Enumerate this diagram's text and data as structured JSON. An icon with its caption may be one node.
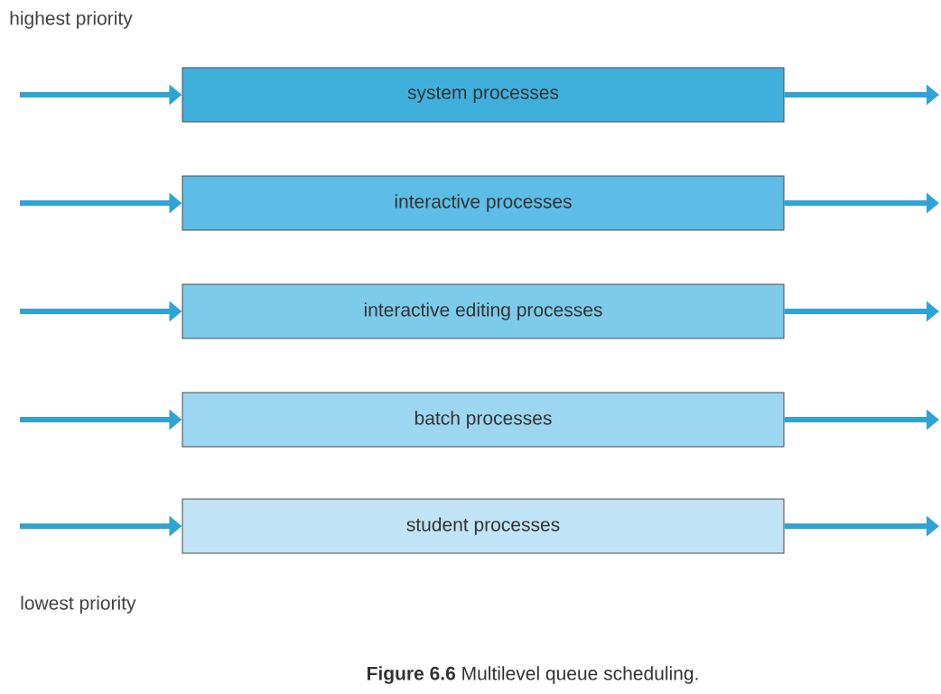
{
  "diagram": {
    "caption": "**Figure 6.6**   Multilevel queue scheduling.",
    "nodes": [
      {
        "text": [
          "system processes"
        ]
      },
      {
        "text": [
          "interactive processes"
        ]
      },
      {
        "text": [
          "interactive editing processes"
        ]
      },
      {
        "text": [
          "batch processes"
        ]
      },
      {
        "text": [
          "student processes"
        ]
      }
    ],
    "edges": [
      {
        "from": null,
        "to": 0,
        "arrow": "to"
      },
      {
        "from": 0,
        "to": null,
        "arrow": "to"
      },
      {
        "from": null,
        "to": 1,
        "arrow": "to"
      },
      {
        "from": 1,
        "to": null,
        "arrow": "to"
      },
      {
        "from": null,
        "to": 2,
        "arrow": "to"
      },
      {
        "from": 2,
        "to": null,
        "arrow": "to"
      },
      {
        "from": null,
        "to": 3,
        "arrow": "to"
      },
      {
        "from": 3,
        "to": null,
        "arrow": "to"
      },
      {
        "from": null,
        "to": 4,
        "arrow": "to"
      },
      {
        "from": 4,
        "to": null,
        "arrow": "to"
      }
    ],
    "labels": [
      "highest priority",
      "lowest priority"
    ]
  }
}
